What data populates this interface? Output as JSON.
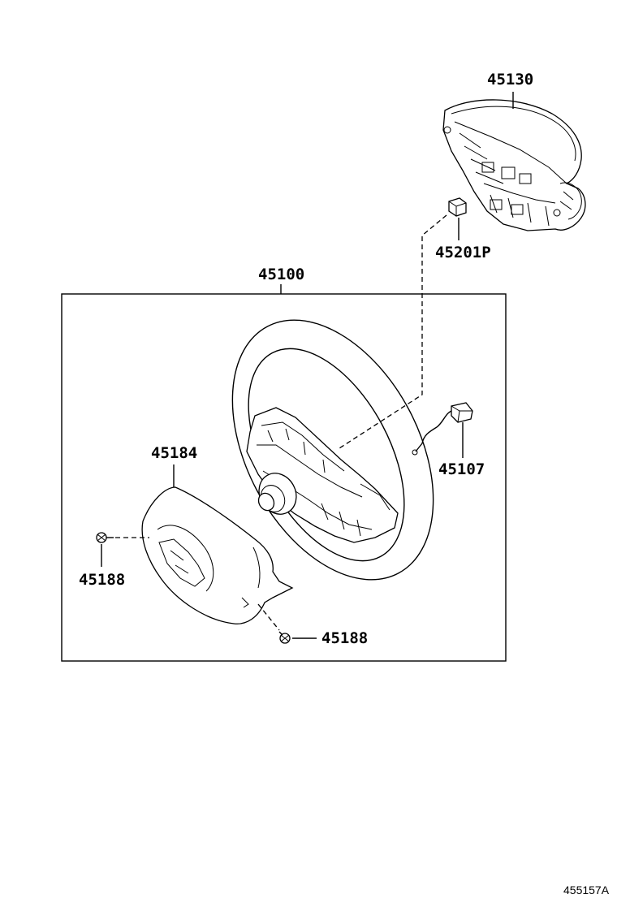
{
  "diagram": {
    "parts": {
      "airbag_assembly": "45130",
      "nut": "45201P",
      "steering_wheel_assembly": "45100",
      "wire": "45107",
      "lower_cover": "45184",
      "screw_left": "45188",
      "screw_bottom": "45188"
    },
    "reference_code": "455157A"
  }
}
